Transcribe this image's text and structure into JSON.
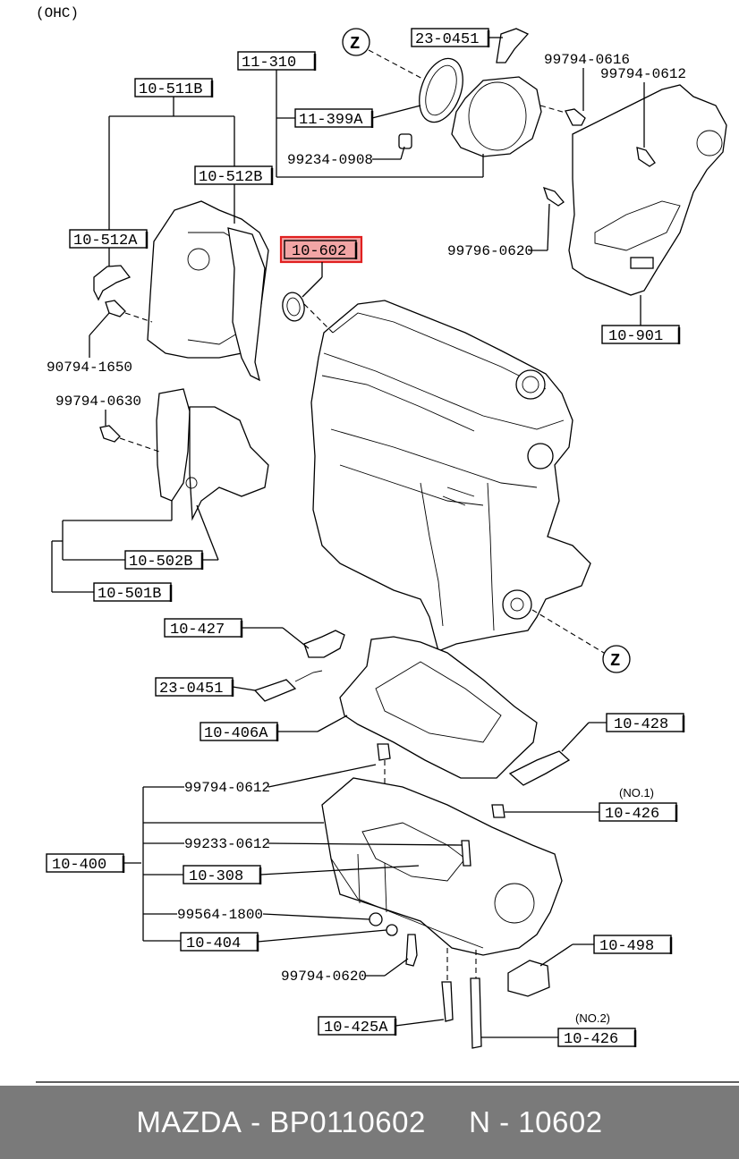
{
  "header": {
    "variant_label": "(OHC)"
  },
  "highlighted_part": "10-602",
  "highlight_color": "#e02020",
  "reference_marker": "Z",
  "part_labels": {
    "p23_0451_top": "23-0451",
    "p11_310": "11-310",
    "p11_399A": "11-399A",
    "p99234_0908": "99234-0908",
    "p99794_0616": "99794-0616",
    "p99794_0612_top": "99794-0612",
    "p10_511B": "10-511B",
    "p10_512B": "10-512B",
    "p10_512A": "10-512A",
    "p10_602": "10-602",
    "p99796_0620": "99796-0620",
    "p10_901": "10-901",
    "p90794_1650": "90794-1650",
    "p99794_0630": "99794-0630",
    "p10_502B": "10-502B",
    "p10_501B": "10-501B",
    "p10_427": "10-427",
    "p23_0451_bottom": "23-0451",
    "p10_406A": "10-406A",
    "p10_428": "10-428",
    "p99794_0612_bottom": "99794-0612",
    "p10_426_no1": "10-426",
    "no1": "(NO.1)",
    "p10_400": "10-400",
    "p99233_0612": "99233-0612",
    "p10_308": "10-308",
    "p99564_1800": "99564-1800",
    "p10_404": "10-404",
    "p99794_0620": "99794-0620",
    "p10_498": "10-498",
    "p10_425A": "10-425A",
    "no2": "(NO.2)",
    "p10_426_no2": "10-426"
  },
  "footer": {
    "brand": "MAZDA",
    "part_number": "BP0110602",
    "ref_number": "N - 10602",
    "separator": " - "
  }
}
